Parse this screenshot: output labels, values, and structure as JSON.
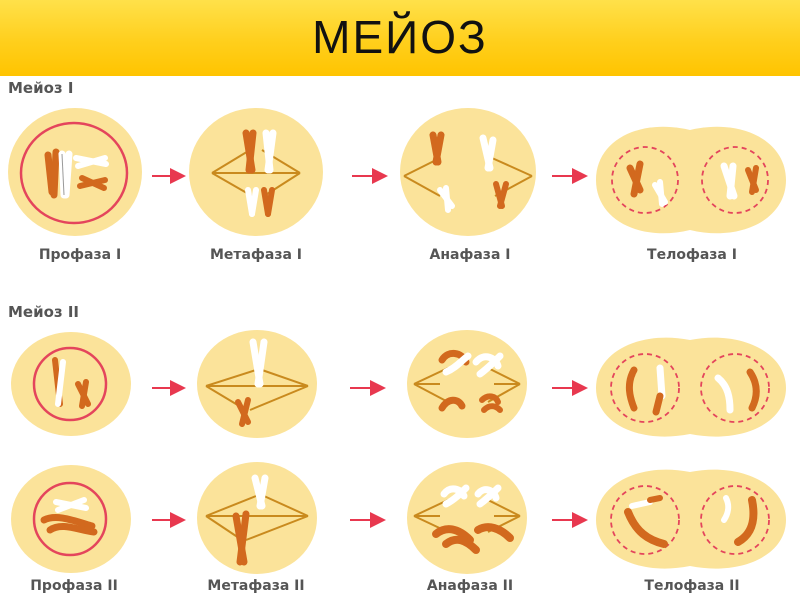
{
  "title": "МЕЙОЗ",
  "sections": {
    "meiosis1": "Мейоз I",
    "meiosis2": "Мейоз II"
  },
  "stages_row1": [
    "Профаза I",
    "Метафаза I",
    "Анафаза I",
    "Телофаза I"
  ],
  "stages_row3": [
    "Профаза II",
    "Метафаза II",
    "Анафаза II",
    "Телофаза II"
  ],
  "colors": {
    "header_yellow": "#ffcf1c",
    "cell_fill": "#fbe39a",
    "nucleus_ring": "#e4455c",
    "chromosome_orange": "#d2691e",
    "spindle": "#c98a1e",
    "arrow": "#e8384f",
    "label_gray": "#555555"
  }
}
